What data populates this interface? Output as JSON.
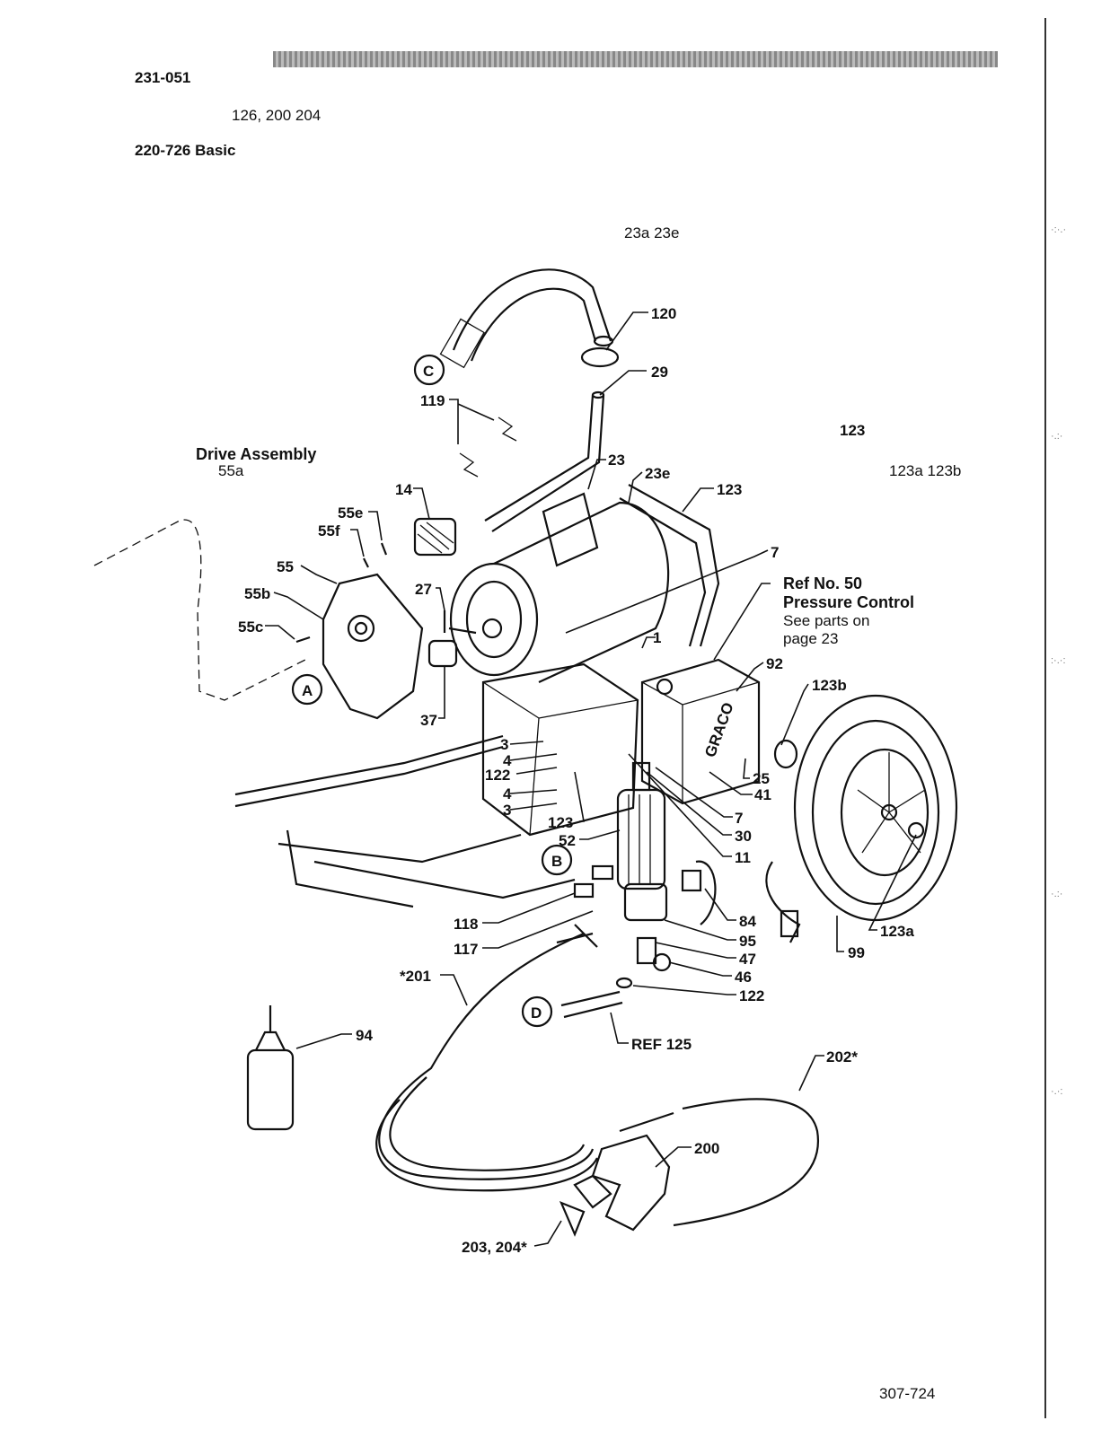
{
  "header": {
    "part_number": "231-051",
    "models_line": "126, 200     204",
    "basic_line": "220-726 Basic",
    "page_number": "307-724"
  },
  "side_notes": {
    "note_23": "23a     23e",
    "note_123": "123",
    "note_123ab": "123a     123b"
  },
  "drive_assembly": {
    "title": "Drive Assembly",
    "sub": "55a"
  },
  "pressure_control": {
    "line1": "Ref No. 50",
    "line2": "Pressure Control",
    "line3": "See parts on",
    "line4": "page 23"
  },
  "circles": [
    "A",
    "B",
    "C",
    "D"
  ],
  "callouts": {
    "c120": "120",
    "c29": "29",
    "c119": "119",
    "c23": "23",
    "c23e": "23e",
    "c123_top": "123",
    "c14": "14",
    "c55e": "55e",
    "c55f": "55f",
    "c55": "55",
    "c55b": "55b",
    "c55c": "55c",
    "c27": "27",
    "c37": "37",
    "c7_top": "7",
    "c1": "1",
    "c92": "92",
    "c123b": "123b",
    "c3a": "3",
    "c4a": "4",
    "c122a": "122",
    "c4b": "4",
    "c3b": "3",
    "c123_mid": "123",
    "c52": "52",
    "c25": "25",
    "c41": "41",
    "c7_mid": "7",
    "c30": "30",
    "c11": "11",
    "c118": "118",
    "c117": "117",
    "c84": "84",
    "c95": "95",
    "c47": "47",
    "c46": "46",
    "c122b": "122",
    "c123a": "123a",
    "c99": "99",
    "c201": "*201",
    "c94": "94",
    "cref125": "REF 125",
    "c202": "202*",
    "c200": "200",
    "c203": "203, 204*"
  },
  "brand_label": "GRACO"
}
